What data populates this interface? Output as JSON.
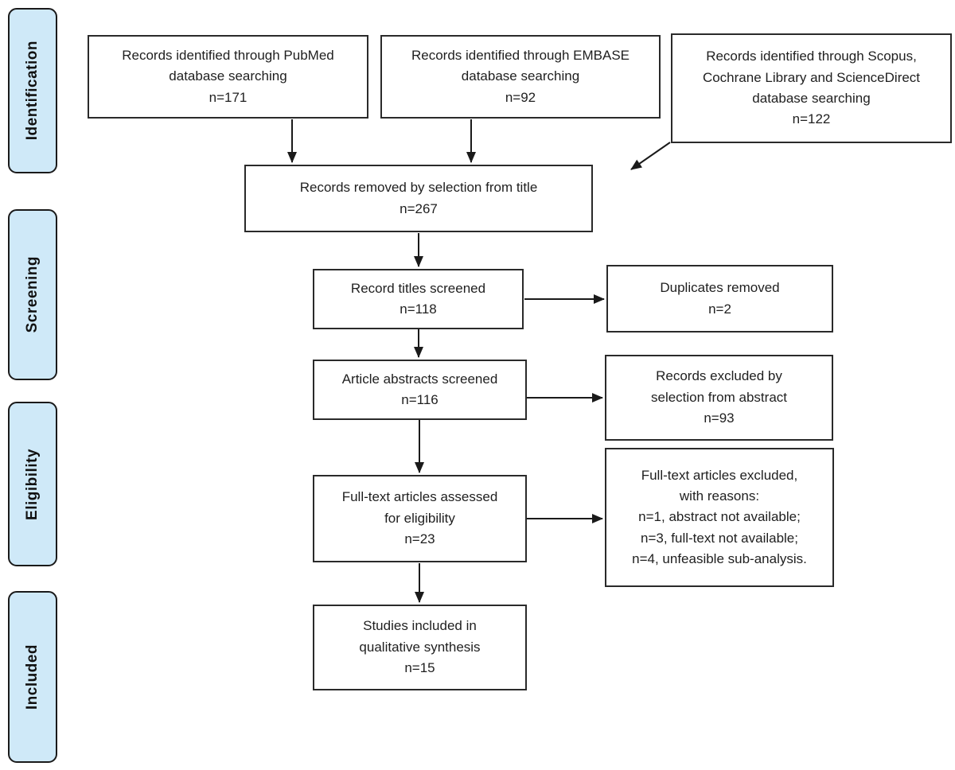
{
  "diagram": {
    "title": "PRISMA study selection flow diagram",
    "colors": {
      "stage_fill": "#cfe9f8",
      "stage_border": "#1a1a1a",
      "box_fill": "#ffffff",
      "box_border": "#2a2a2a",
      "arrow": "#1a1a1a",
      "text": "#1f1f1f"
    },
    "stages": {
      "identification": {
        "label": "Identification"
      },
      "screening": {
        "label": "Screening"
      },
      "eligibility": {
        "label": "Eligibility"
      },
      "included": {
        "label": "Included"
      }
    },
    "boxes": {
      "pubmed": {
        "text": "Records identified through PubMed\ndatabase searching\nn=171"
      },
      "embase": {
        "text": "Records identified through EMBASE\ndatabase searching\nn=92"
      },
      "scopus": {
        "text": "Records identified through Scopus,\nCochrane Library and ScienceDirect\ndatabase searching\nn=122"
      },
      "removed_title": {
        "text": "Records removed by selection from title\nn=267"
      },
      "titles_screened": {
        "text": "Record titles screened\nn=118"
      },
      "duplicates": {
        "text": "Duplicates removed\nn=2"
      },
      "abstracts_screened": {
        "text": "Article abstracts screened\nn=116"
      },
      "excluded_abstract": {
        "text": "Records excluded by\nselection from abstract\nn=93"
      },
      "fulltext_assessed": {
        "text": "Full-text articles assessed\nfor eligibility\nn=23"
      },
      "fulltext_excluded": {
        "text": "Full-text articles excluded,\nwith reasons:\nn=1, abstract not available;\nn=3, full-text not available;\nn=4, unfeasible sub-analysis."
      },
      "included": {
        "text": "Studies included in\nqualitative synthesis\nn=15"
      }
    }
  }
}
